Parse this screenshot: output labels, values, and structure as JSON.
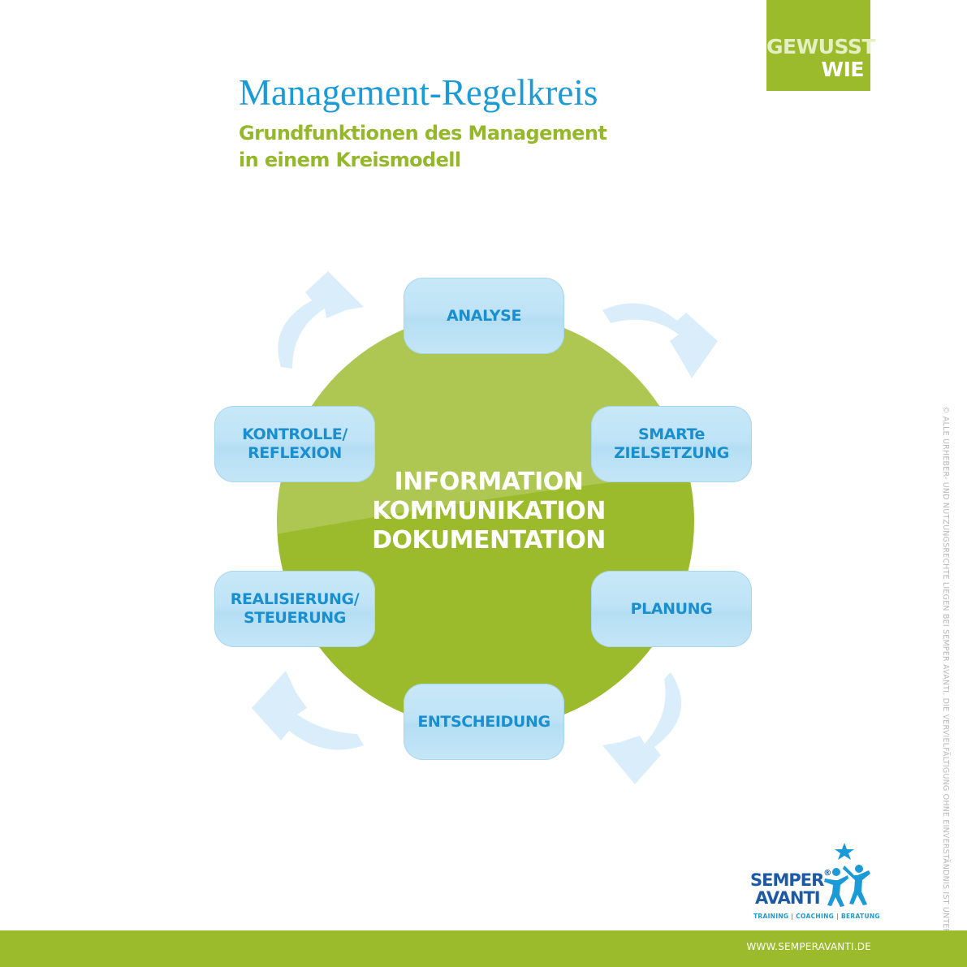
{
  "badge": {
    "line1": "GEWUSST",
    "line2": "WIE"
  },
  "header": {
    "title": "Management-Regelkreis",
    "subtitle_line1": "Grundfunktionen des Management",
    "subtitle_line2": "in einem Kreismodell"
  },
  "diagram": {
    "center": [
      "INFORMATION",
      "KOMMUNIKATION",
      "DOKUMENTATION"
    ],
    "nodes": {
      "analyse": [
        "ANALYSE"
      ],
      "smarte": [
        "SMARTe",
        "ZIELSETZUNG"
      ],
      "planung": [
        "PLANUNG"
      ],
      "entscheidung": [
        "ENTSCHEIDUNG"
      ],
      "realisierung": [
        "REALISIERUNG/",
        "STEUERUNG"
      ],
      "kontrolle": [
        "KONTROLLE/",
        "REFLEXION"
      ]
    },
    "colors": {
      "circle": "#9bbb2d",
      "node_fill": "#c3e5f7",
      "node_text": "#1a8fcf",
      "arrow": "#d9eefa"
    }
  },
  "copyright": "© ALLE URHEBER- UND NUTZUNGSRECHTE LIEGEN BEI SEMPER AVANTI. DIE VERVIELFÄLTIGUNG OHNE EINVERSTÄNDNIS IST UNTERSAGT.",
  "logo": {
    "semper": "SEMPER",
    "registered": "®",
    "avanti": "AVANTI",
    "tagline": "TRAINING | COACHING | BERATUNG"
  },
  "footer": {
    "url": "WWW.SEMPERAVANTI.DE"
  },
  "brand_colors": {
    "green": "#9bbb2d",
    "blue": "#1a9ad6",
    "dark_blue": "#1d5aa6"
  }
}
